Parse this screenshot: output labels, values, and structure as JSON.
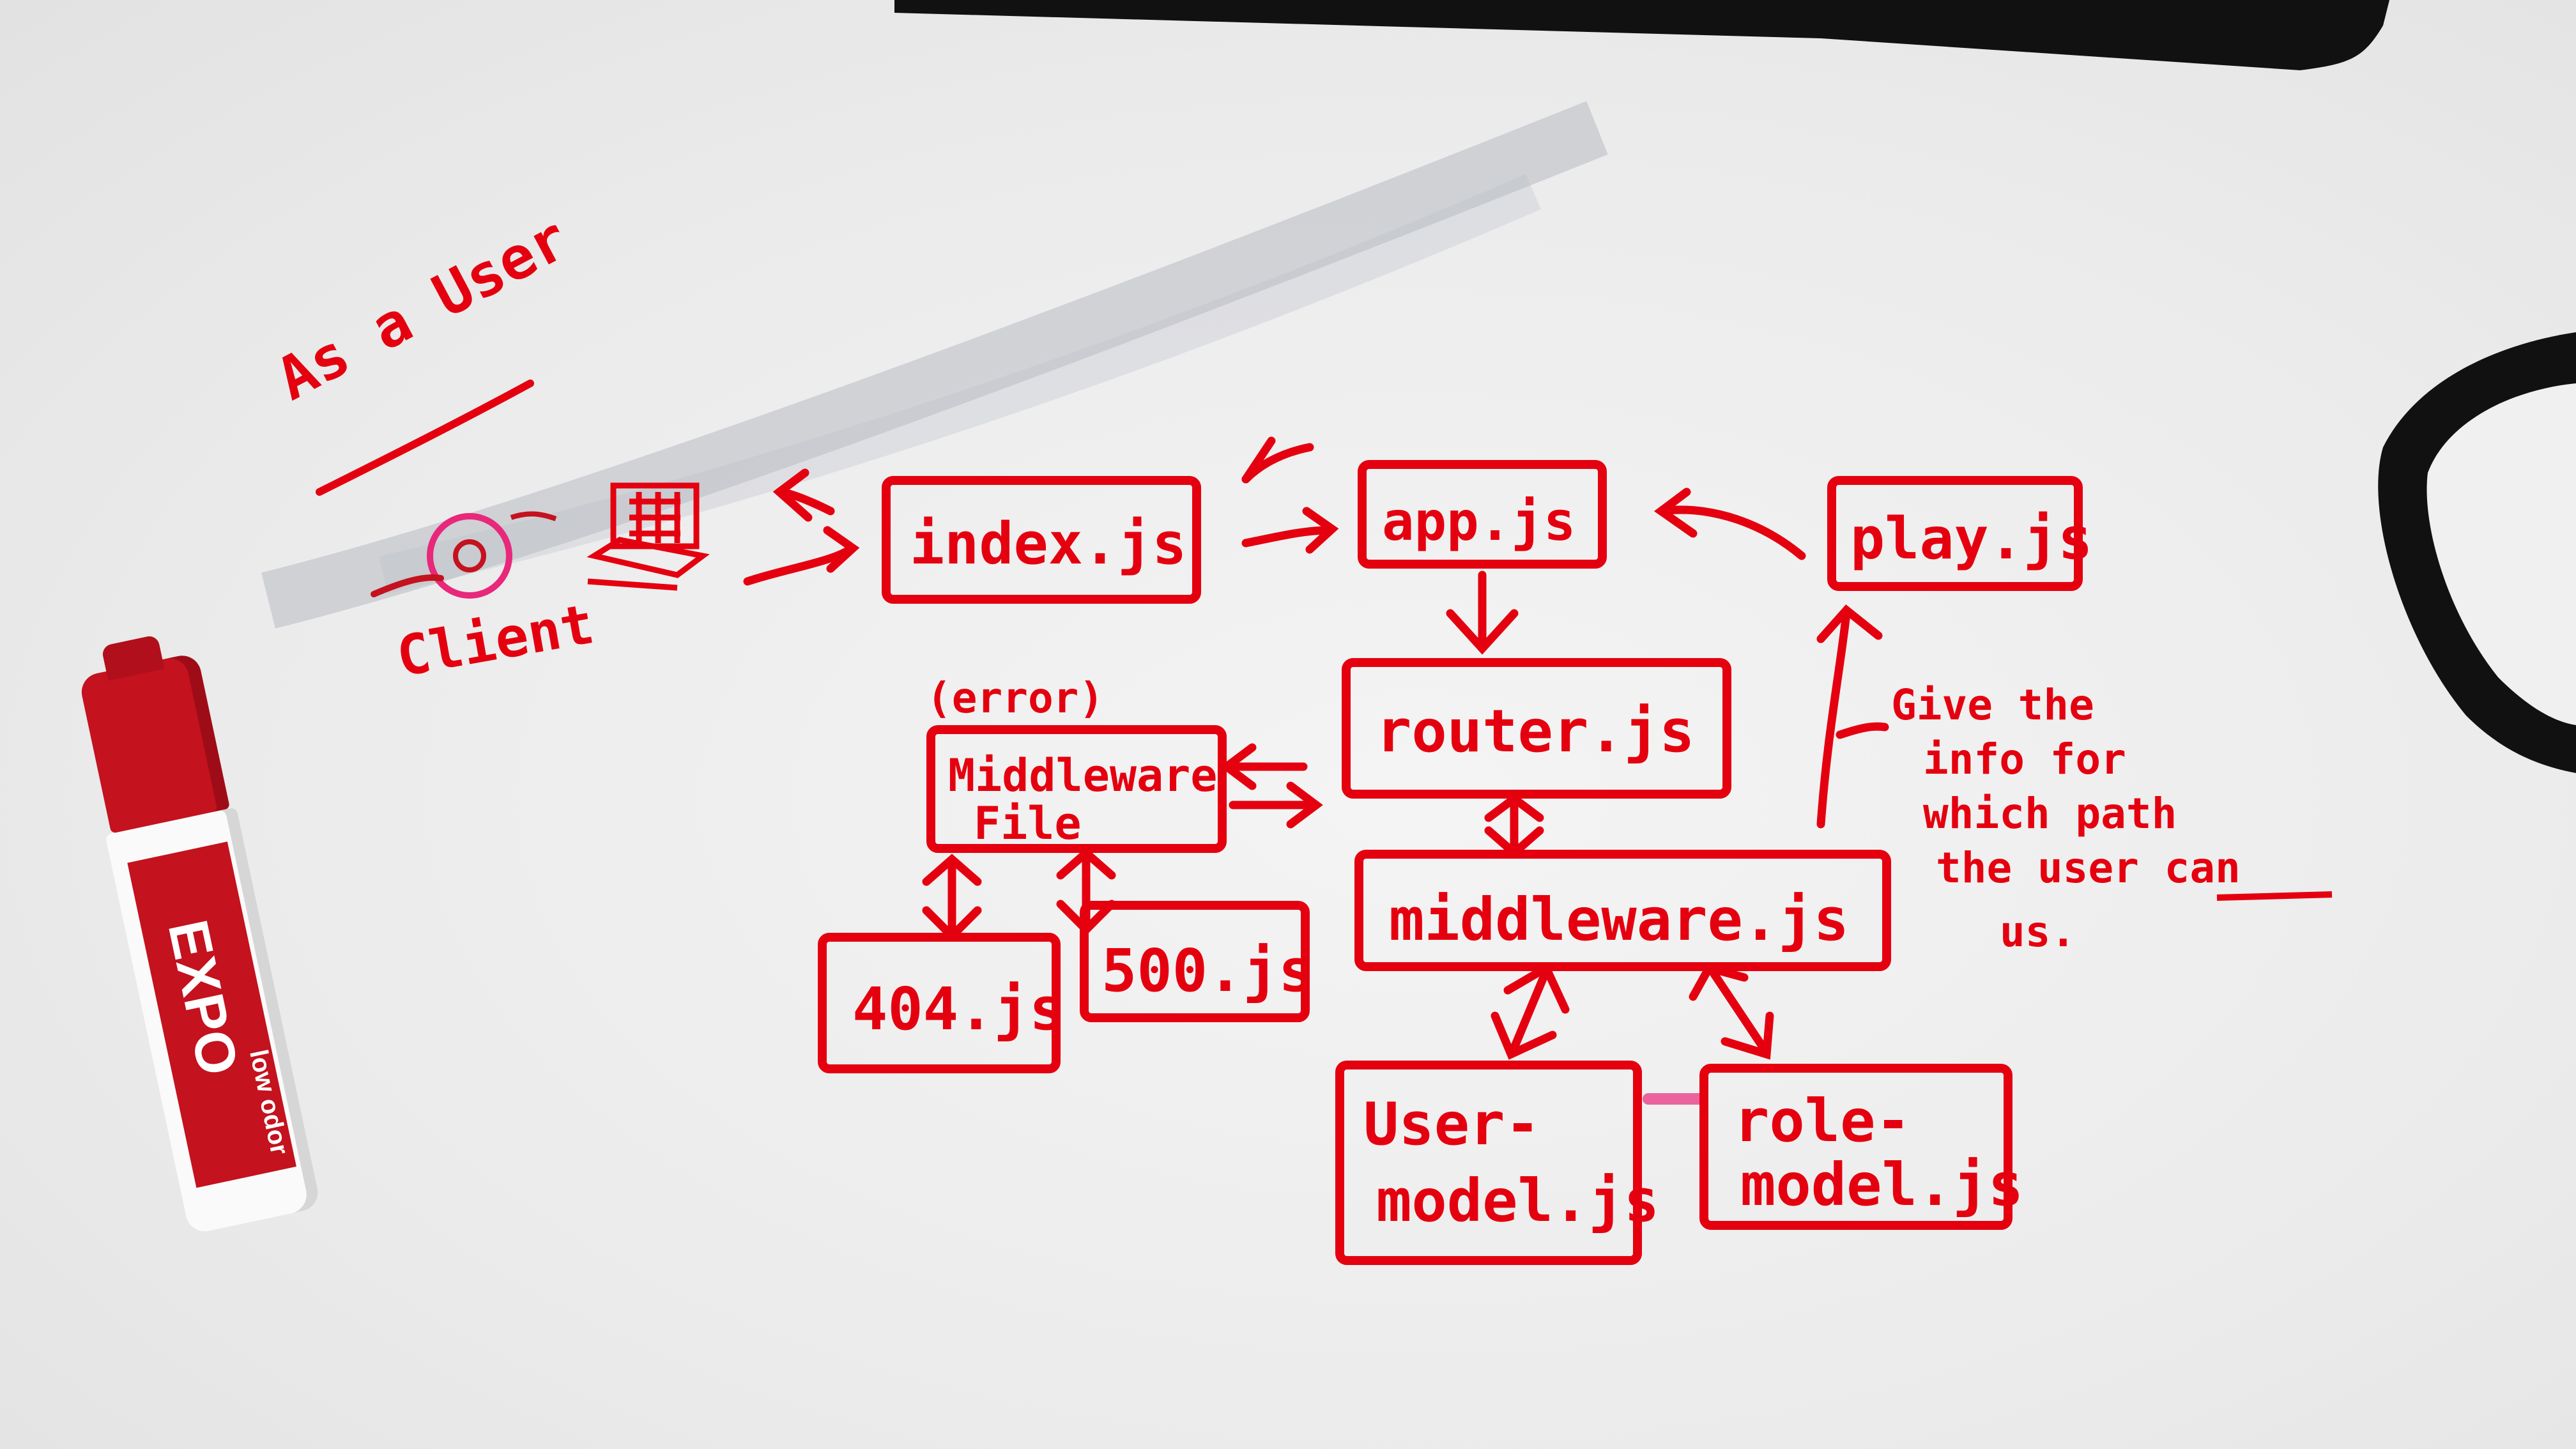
{
  "diagram": {
    "heading": "As a User",
    "client_label": "Client",
    "nodes": {
      "index": "index.js",
      "app": "app.js",
      "play": "play.js",
      "router": "router.js",
      "error_caption": "(error)",
      "middleware_file": [
        "Middleware",
        "File"
      ],
      "e404": "404.js",
      "e500": "500.js",
      "middleware": "middleware.js",
      "user_model": [
        "User-",
        "model.js"
      ],
      "role_model": [
        "role-",
        "model.js"
      ]
    },
    "annotation": [
      "Give the",
      "info for",
      "which path",
      "the user can",
      "us."
    ]
  },
  "marker": {
    "brand": "EXPO",
    "variant": "low odor"
  },
  "colors": {
    "ink": "#e4000f",
    "board": "#ebebeb",
    "marker_body": "#c4121e",
    "frame": "#111111"
  }
}
